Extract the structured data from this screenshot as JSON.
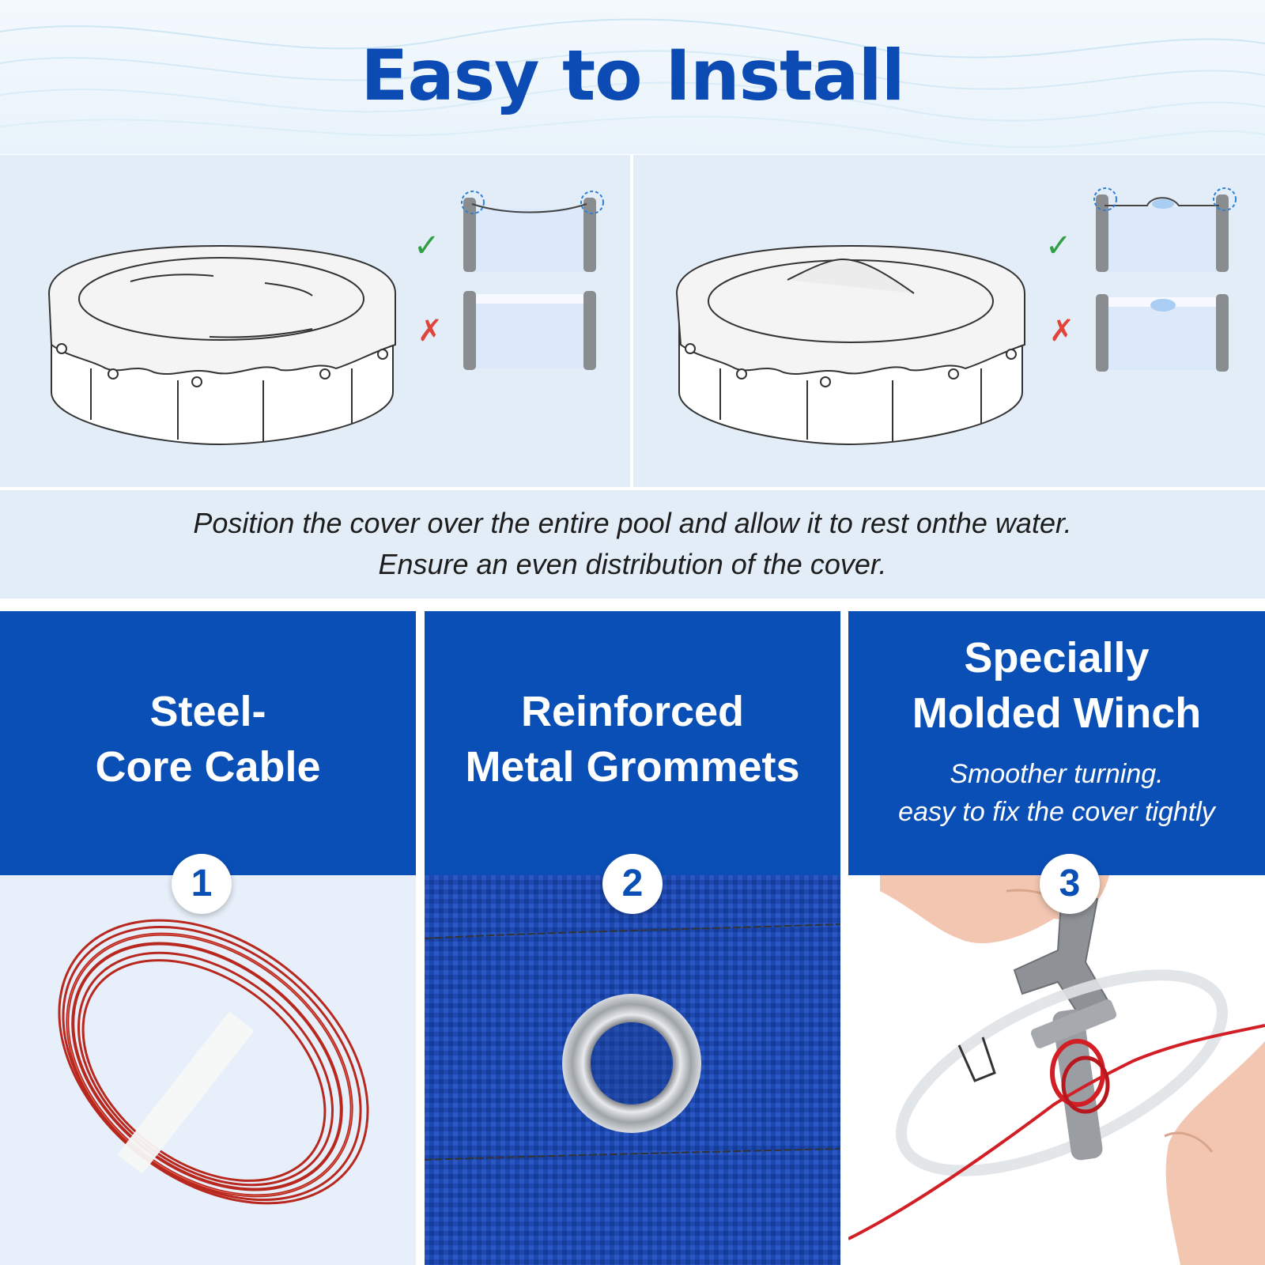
{
  "header": {
    "title": "Easy to Install"
  },
  "install": {
    "caption_line1": "Position the cover over the entire pool and allow it to rest onthe water.",
    "caption_line2": "Ensure an even distribution of the cover.",
    "correct_icon": "check-icon",
    "incorrect_icon": "cross-icon"
  },
  "features": [
    {
      "number": "1",
      "title_line1": "Steel-",
      "title_line2": "Core Cable",
      "subtitle_line1": "",
      "subtitle_line2": ""
    },
    {
      "number": "2",
      "title_line1": "Reinforced",
      "title_line2": "Metal Grommets",
      "subtitle_line1": "",
      "subtitle_line2": ""
    },
    {
      "number": "3",
      "title_line1": "Specially",
      "title_line2": "Molded Winch",
      "subtitle_line1": "Smoother turning.",
      "subtitle_line2": "easy to fix the cover tightly"
    }
  ],
  "colors": {
    "brand_blue": "#0a4fb6",
    "title_blue": "#0b4bb3",
    "panel_bg": "#e3edf8",
    "check_green": "#2ea043",
    "cross_red": "#e0443a",
    "cable_red": "#b8281e",
    "tarp_blue": "#1c48b0"
  }
}
